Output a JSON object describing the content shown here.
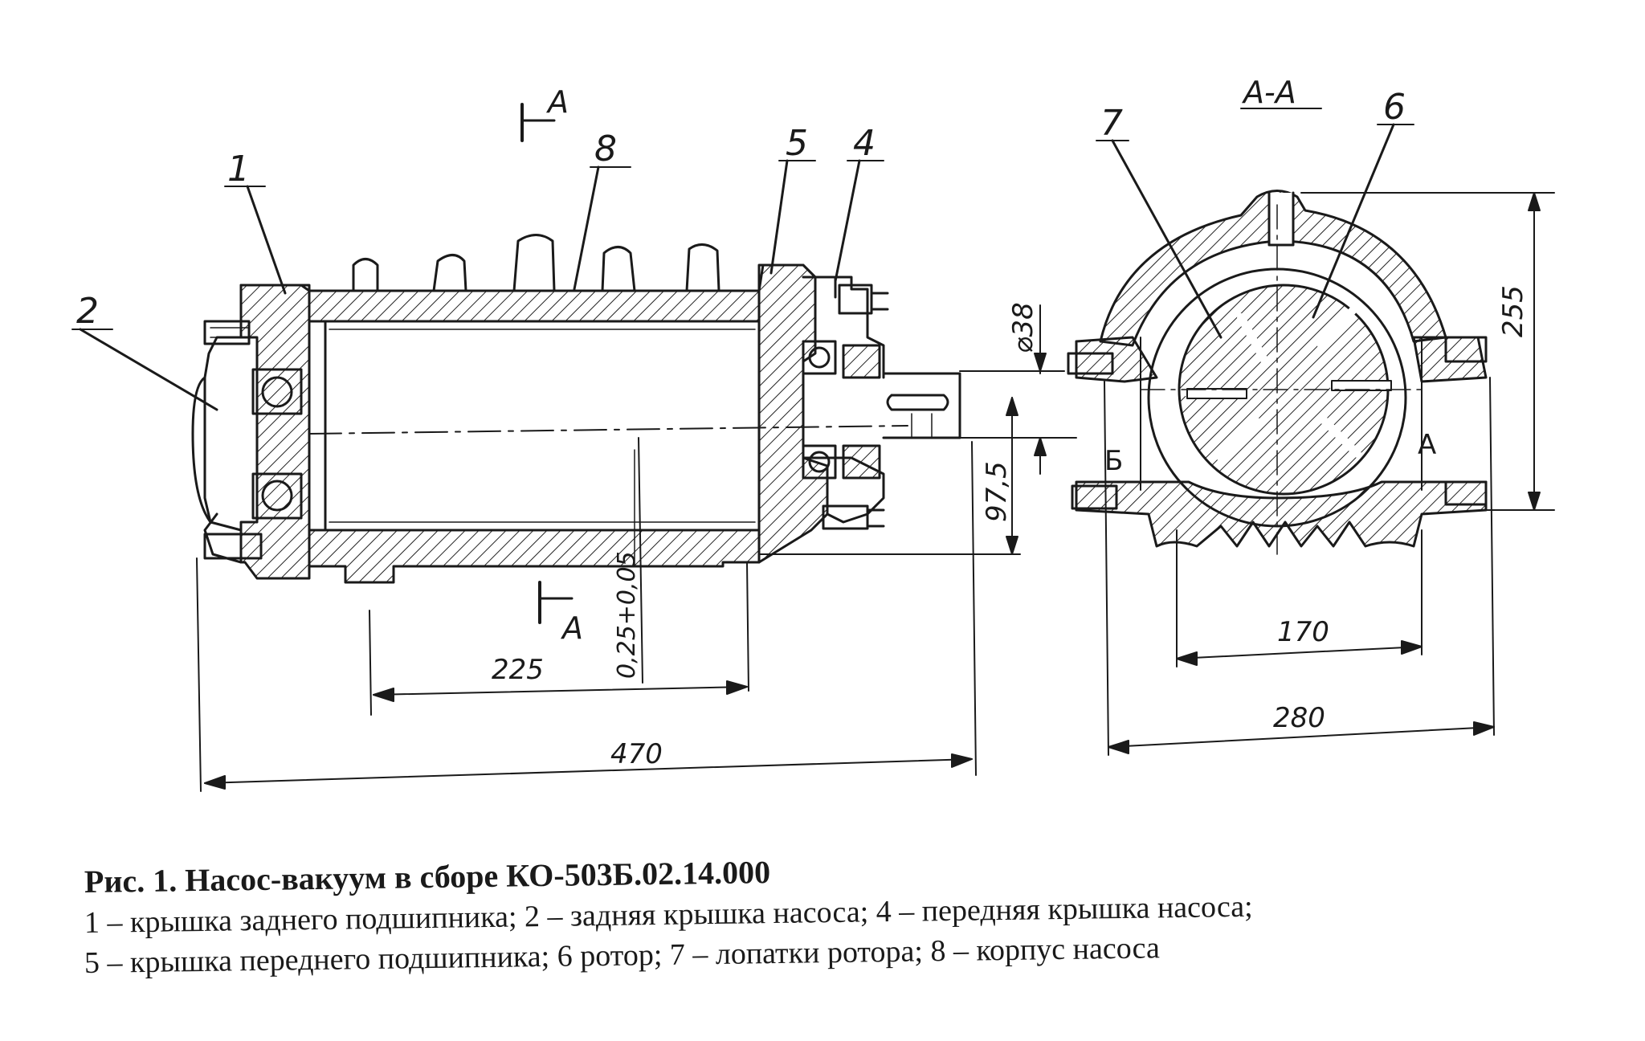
{
  "drawing": {
    "section_mark": "А",
    "section_title": "А-А",
    "callouts": [
      "1",
      "2",
      "4",
      "5",
      "6",
      "7",
      "8"
    ],
    "dimensions": {
      "overall_length": "470",
      "body_length": "225",
      "clearance": "0,25+0,05",
      "shaft_diameter": "⌀38",
      "axis_height": "97,5",
      "foot_spacing": "170",
      "overall_width": "280",
      "overall_height": "255"
    },
    "side_labels": {
      "left": "Б",
      "right": "А"
    }
  },
  "caption": {
    "title": "Рис. 1. Насос-вакуум в сборе КО-503Б.02.14.000",
    "line1": "1 – крышка заднего подшипника; 2 – задняя крышка насоса; 4 – передняя крышка насоса;",
    "line2": "5 – крышка переднего подшипника; 6 ротор; 7 – лопатки ротора; 8 – корпус насоса"
  }
}
